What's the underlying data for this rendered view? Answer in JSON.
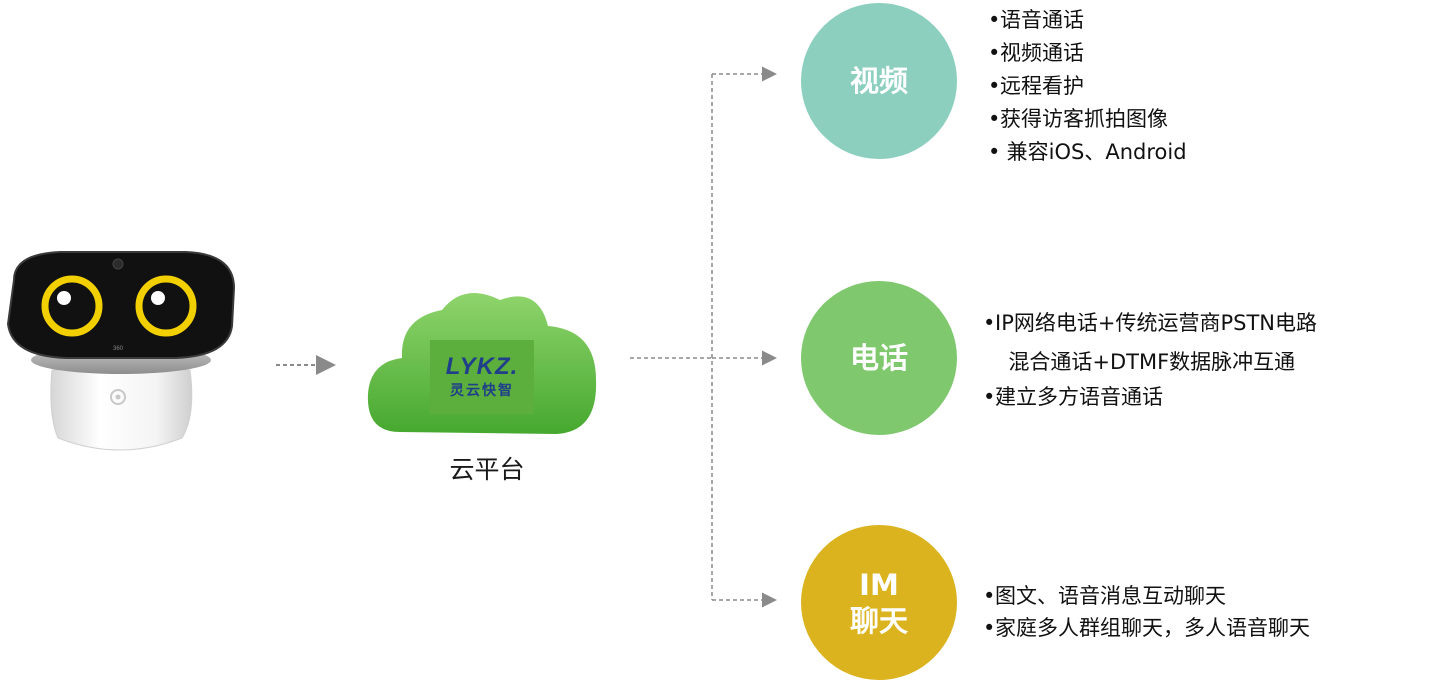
{
  "cloud": {
    "caption": "云平台",
    "logo_mark": "LYKZ.",
    "logo_name": "灵云快智"
  },
  "robot": {
    "brand_mark": "360"
  },
  "nodes": [
    {
      "id": "video",
      "label_lines": [
        "视频"
      ],
      "color": "#8ccfbf",
      "bullets": [
        "语音通话",
        "视频通话",
        "远程看护",
        "获得访客抓拍图像",
        " 兼容iOS、Android"
      ]
    },
    {
      "id": "phone",
      "label_lines": [
        "电话"
      ],
      "color": "#7fc86e",
      "bullets": [
        "IP网络电话+传统运营商PSTN电路",
        "  混合通话+DTMF数据脉冲互通",
        "建立多方语音通话"
      ],
      "bullet_dots": [
        true,
        false,
        true
      ]
    },
    {
      "id": "im",
      "label_lines": [
        "IM",
        "聊天"
      ],
      "color": "#dbb31f",
      "bullets": [
        "图文、语音消息互动聊天",
        "家庭多人群组聊天，多人语音聊天"
      ]
    }
  ],
  "bullet_symbol": "•"
}
